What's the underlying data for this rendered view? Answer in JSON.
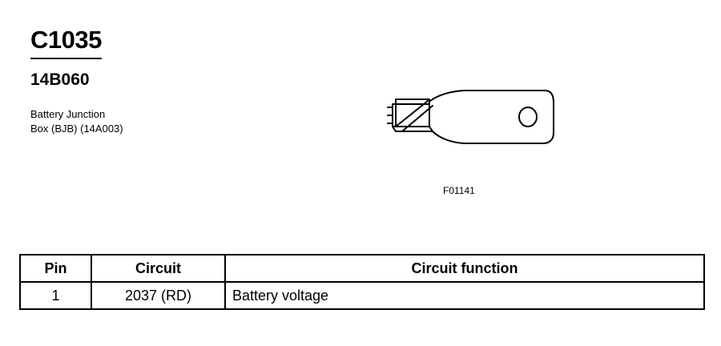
{
  "connector": {
    "id": "C1035",
    "part_number": "14B060",
    "description_lines": [
      "Battery Junction",
      "Box (BJB) (14A003)"
    ]
  },
  "figure": {
    "id": "F01141"
  },
  "table": {
    "headers": [
      "Pin",
      "Circuit",
      "Circuit function"
    ],
    "rows": [
      {
        "pin": "1",
        "circuit": "2037 (RD)",
        "function": "Battery voltage"
      }
    ]
  }
}
